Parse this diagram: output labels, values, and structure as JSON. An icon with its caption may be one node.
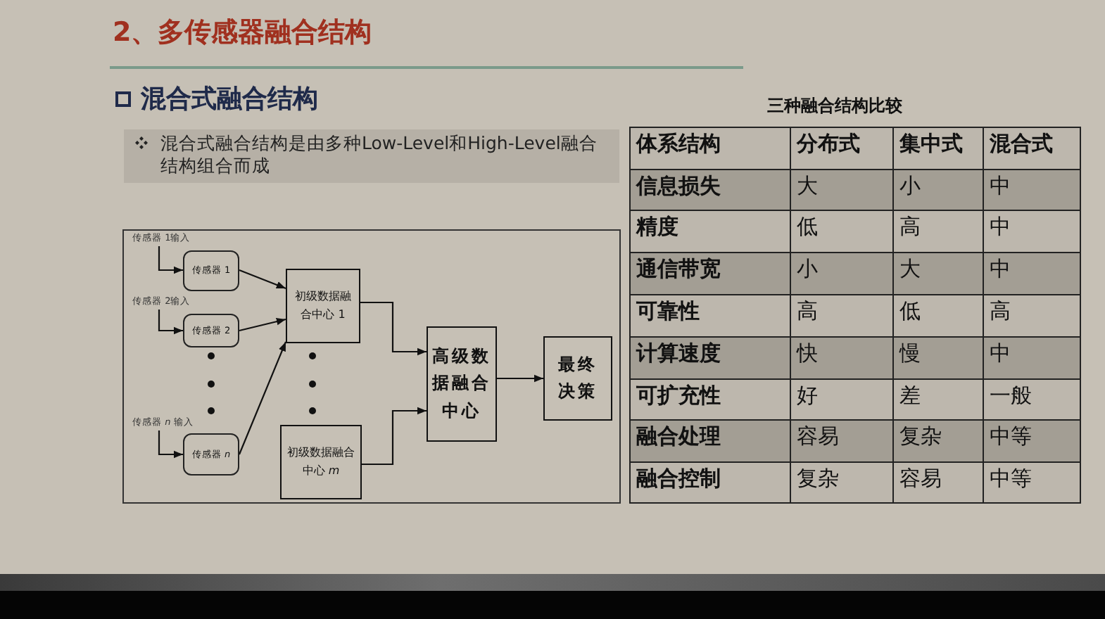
{
  "diagram": {
    "title": "2、多传感器融合结构",
    "nodes": [
      {
        "text": [
          "混合式融合结构是由多种Low-Level和High-Level融合结构组合而成"
        ]
      },
      {
        "text": [
          "传感器 1输入"
        ]
      },
      {
        "text": [
          "传感器 2输入"
        ]
      },
      {
        "text": [
          "传感器 *n* 输入"
        ]
      },
      {
        "text": [
          "传感器 1"
        ]
      },
      {
        "text": [
          "传感器 2"
        ]
      },
      {
        "text": [
          "传感器 *n*"
        ]
      },
      {
        "text": [
          "初级数据融合中心 1"
        ]
      },
      {
        "text": [
          "初级数据融合中心 *m*"
        ]
      },
      {
        "text": [
          "高级数据融合中心"
        ]
      },
      {
        "text": [
          "最终决策"
        ]
      }
    ],
    "edges": [
      {
        "from": 1,
        "to": 4,
        "arrow": "to"
      },
      {
        "from": 2,
        "to": 5,
        "arrow": "to"
      },
      {
        "from": 3,
        "to": 6,
        "arrow": "to"
      },
      {
        "from": 4,
        "to": 7,
        "arrow": "to"
      },
      {
        "from": 5,
        "to": 7,
        "arrow": "to"
      },
      {
        "from": 6,
        "to": 7,
        "arrow": "to"
      },
      {
        "from": 7,
        "to": 9,
        "arrow": "to"
      },
      {
        "from": 8,
        "to": 9,
        "arrow": "to"
      },
      {
        "from": 9,
        "to": 10,
        "arrow": "to"
      }
    ],
    "labels": [
      "混合式融合结构",
      "三种融合结构比较",
      "体系结构",
      "分布式",
      "集中式",
      "混合式",
      "信息损失",
      "大",
      "小",
      "中",
      "精度",
      "低",
      "高",
      "中",
      "通信带宽",
      "小",
      "大",
      "中",
      "可靠性",
      "高",
      "低",
      "高",
      "计算速度",
      "快",
      "慢",
      "中",
      "可扩充性",
      "好",
      "差",
      "一般",
      "融合处理",
      "容易",
      "复杂",
      "中等",
      "融合控制",
      "复杂",
      "容易",
      "中等"
    ]
  }
}
